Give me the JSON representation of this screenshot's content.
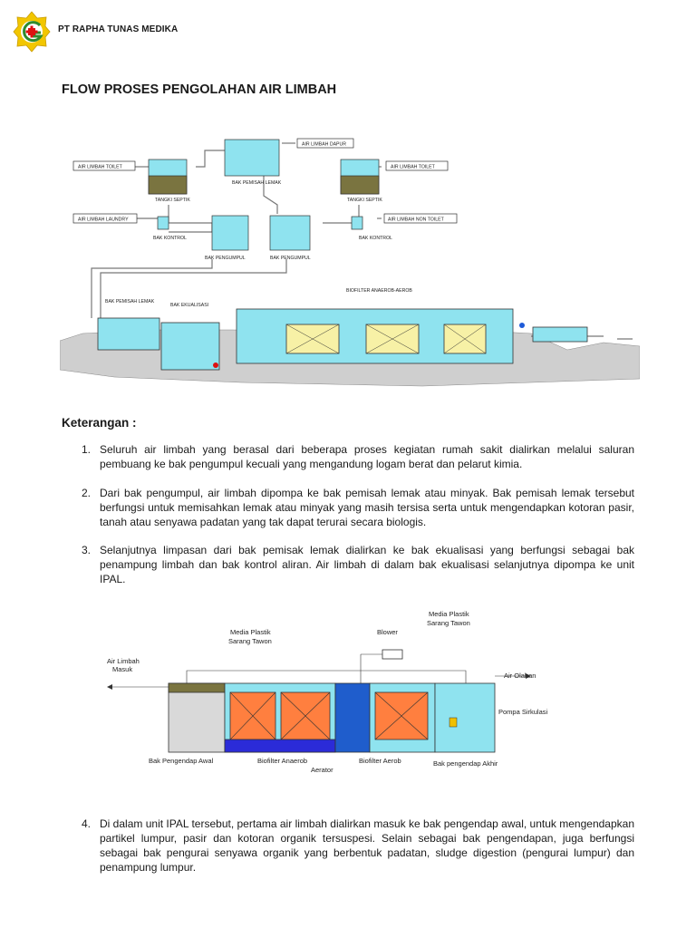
{
  "header": {
    "company": "PT RAPHA TUNAS MEDIKA"
  },
  "title": "FLOW PROSES PENGOLAHAN AIR LIMBAH",
  "diagram1": {
    "labels": {
      "air_limbah_toilet_left": "AIR LIMBAH TOILET",
      "air_limbah_laundry": "AIR LIMBAH LAUNDRY",
      "air_limbah_dapur": "AIR LIMBAH DAPUR",
      "air_limbah_toilet_right": "AIR LIMBAH TOILET",
      "air_limbah_non_toilet": "AIR LIMBAH NON TOILET",
      "tangki_septik_left": "TANGKI SEPTIK",
      "tangki_septik_right": "TANGKI SEPTIK",
      "bak_kontrol_left": "BAK KONTROL",
      "bak_kontrol_right": "BAK KONTROL",
      "bak_pemisah_lemak": "BAK PEMISAH LEMAK",
      "bak_pengumpul_left": "BAK PENGUMPUL",
      "bak_pengumpul_right": "BAK PENGUMPUL",
      "bak_pemisah_lemak_bottom": "BAK PEMISAH LEMAK",
      "bak_ekualisasi": "BAK EKUALISASI",
      "biofilter": "BIOFILTER ANAEROB-AEROB"
    }
  },
  "keterangan_heading": "Keterangan :",
  "items": [
    {
      "num": "1.",
      "text": "Seluruh air limbah yang berasal dari beberapa proses kegiatan rumah sakit dialirkan melalui saluran pembuang ke bak pengumpul kecuali yang mengandung logam berat dan pelarut kimia."
    },
    {
      "num": "2.",
      "text": "Dari bak pengumpul, air limbah dipompa ke bak pemisah lemak atau minyak. Bak pemisah lemak tersebut berfungsi untuk memisahkan lemak atau minyak yang masih tersisa serta untuk mengendapkan kotoran pasir, tanah atau senyawa padatan yang tak dapat terurai secara biologis."
    },
    {
      "num": "3.",
      "text": "Selanjutnya limpasan dari bak pemisak lemak dialirkan ke bak ekualisasi yang berfungsi sebagai bak penampung limbah dan bak kontrol aliran. Air limbah di dalam bak ekualisasi selanjutnya dipompa ke unit IPAL."
    },
    {
      "num": "4.",
      "text": "Di dalam unit IPAL tersebut, pertama air limbah dialirkan masuk ke bak pengendap awal, untuk mengendapkan partikel lumpur, pasir dan kotoran organik tersuspesi. Selain sebagai bak pengendapan, juga berfungsi sebagai bak pengurai senyawa organik yang berbentuk padatan, sludge digestion (pengurai lumpur) dan penampung lumpur."
    }
  ],
  "diagram2": {
    "labels": {
      "air_limbah_masuk_1": "Air Limbah",
      "air_limbah_masuk_2": "Masuk",
      "media_plastik_left_1": "Media Plastik",
      "media_plastik_left_2": "Sarang Tawon",
      "blower": "Blower",
      "media_plastik_right_1": "Media Plastik",
      "media_plastik_right_2": "Sarang Tawon",
      "air_olahan": "Air Olahan",
      "pompa_sirkulasi": "Pompa Sirkulasi",
      "bak_pengendap_awal": "Bak Pengendap Awal",
      "biofilter_anaerob": "Biofilter Anaerob",
      "biofilter_aerob": "Biofilter Aerob",
      "bak_pengendap_akhir": "Bak pengendap Akhir",
      "aerator": "Aerator"
    }
  },
  "colors": {
    "water": "#8fe3ef",
    "media": "#ff7f3f",
    "sludge": "#7a7440",
    "logo_gold": "#e0b300",
    "logo_green": "#2e8b2e",
    "logo_red": "#d11"
  }
}
